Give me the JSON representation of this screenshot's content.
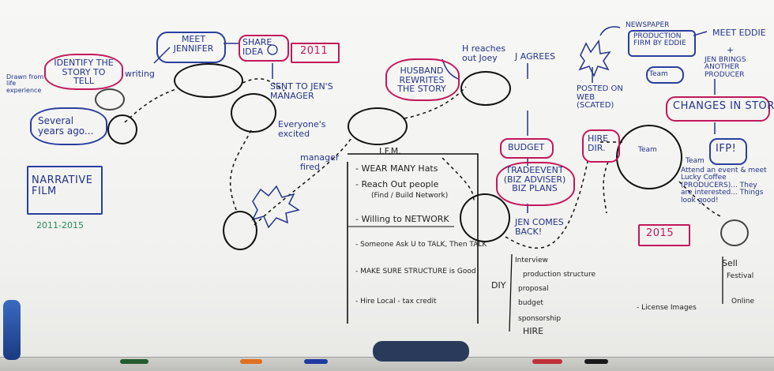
{
  "labels": {
    "drawn_from": "Drawn from life experience",
    "identify_story": "IDENTIFY THE STORY TO TELL",
    "writing": "writing",
    "several_years": "Several years ago...",
    "meet_jennifer": "MEET JENNIFER",
    "share_idea": "SHARE IDEA",
    "year_2011": "2011",
    "sent_to_manager": "SENT TO JEN'S MANAGER",
    "everyones_excited": "Everyone's excited",
    "manager_fired": "manager fired",
    "narrative_film": "NARRATIVE FILM",
    "years_range": "2011-2015",
    "husband_rewrites": "HUSBAND REWRITES THE STORY",
    "h_reaches": "H reaches out Joey",
    "j_agrees": "J AGREES",
    "ifm": "I.F.M.",
    "wear_hats": "- WEAR MANY Hats",
    "reach_out": "- Reach Out people",
    "find_network": "(Find / Build Network)",
    "willing_network": "- Willing to NETWORK",
    "someone_ask": "- Someone Ask U to TALK, Then TALK",
    "make_sure": "- MAKE SURE STRUCTURE is Good",
    "hire_local": "- Hire Local  - tax credit",
    "budget": "BUDGET",
    "tradeevent": "TRADEEVENT (BIZ ADVISER) BIZ PLANS",
    "jen_comes_back": "JEN COMES BACK!",
    "posted_on_web": "POSTED ON WEB (SCATED)",
    "hire_dir": "HIRE DIR.",
    "newspaper": "NEWSPAPER",
    "production_firm": "PRODUCTION FIRM BY EDDIE",
    "meet_eddie": "MEET EDDIE",
    "plus": "+",
    "jen_brings": "JEN BRINGS ANOTHER PRODUCER",
    "changes_in_story": "CHANGES IN STORY",
    "ifp": "IFP!",
    "attend_event": "Attend an event & meet Lucky Coffee (PRODUCERS)... They are interested... Things look good!",
    "year_2015": "2015",
    "team": "Team",
    "diy": "DIY",
    "interview": "Interview",
    "production_structure": "production structure",
    "proposal": "proposal",
    "budget_small": "budget",
    "sponsorship": "sponsorship",
    "hire": "HIRE",
    "license_images": "- License Images",
    "sell": "Sell",
    "festival": "Festival",
    "online": "Online"
  },
  "colors": {
    "blue_marker": "#24338a",
    "magenta_marker": "#c2185b",
    "green_marker": "#1f8a5a",
    "black_marker": "#111111"
  }
}
